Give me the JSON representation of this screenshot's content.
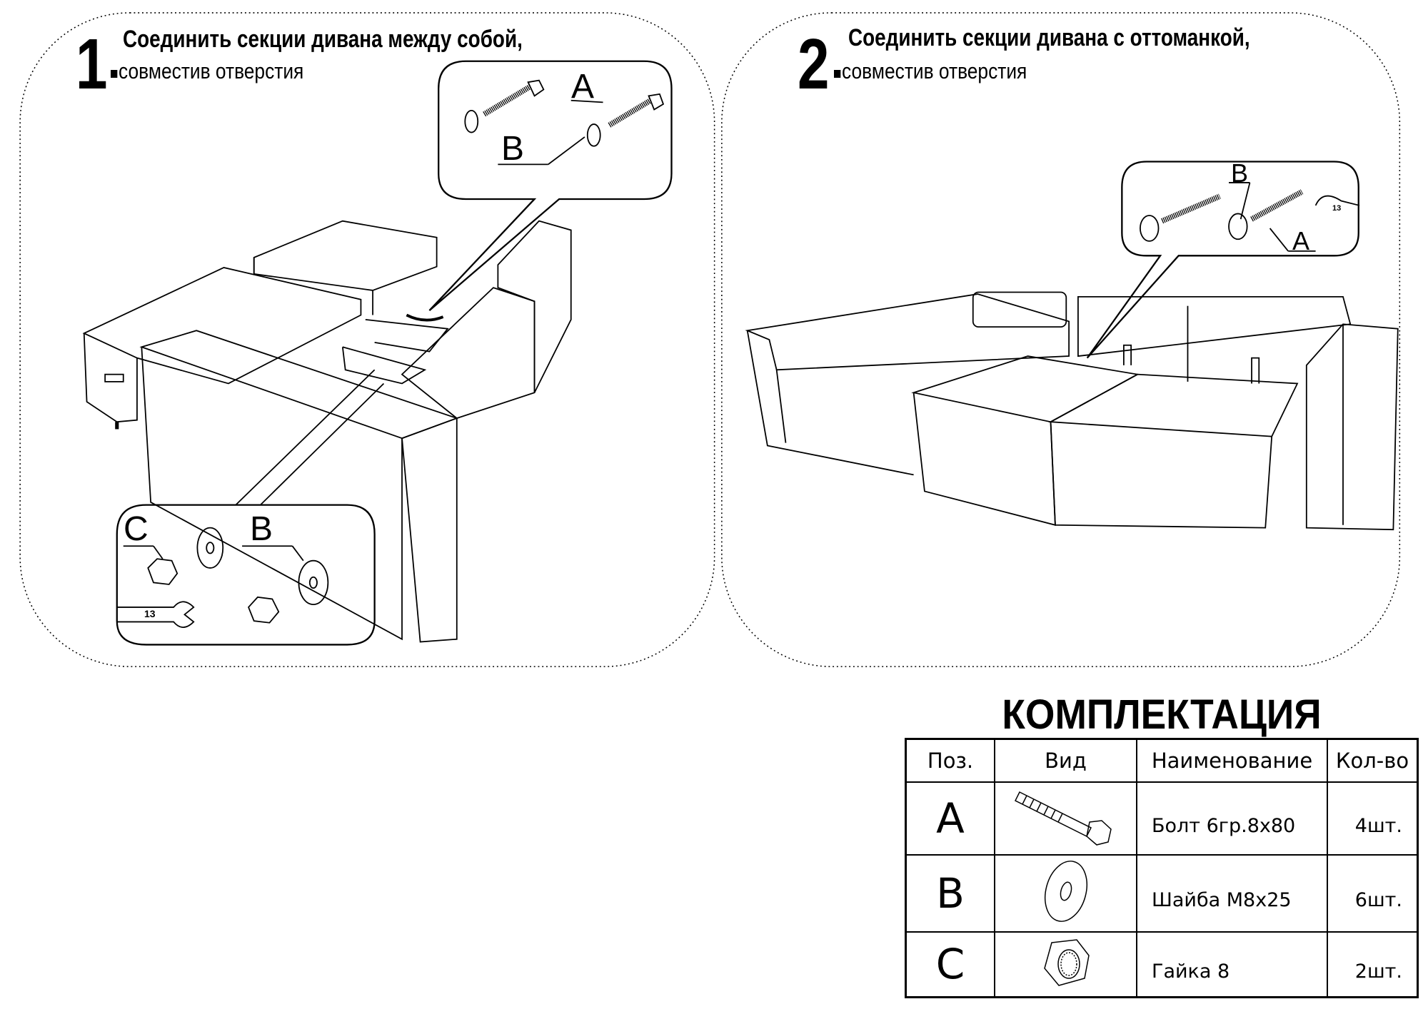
{
  "steps": [
    {
      "number": "1",
      "heading": "Соединить секции дивана между собой,",
      "subtext": "совместив отверстия",
      "callout_labels": {
        "top_a": "A",
        "top_b": "B",
        "bottom_c": "C",
        "bottom_b": "B"
      }
    },
    {
      "number": "2",
      "heading": "Соединить секции дивана с оттоманкой,",
      "subtext": "совместив отверстия",
      "callout_labels": {
        "b": "B",
        "a": "A"
      }
    }
  ],
  "wrench_size": "13",
  "kit": {
    "title": "КОМПЛЕКТАЦИЯ",
    "headers": [
      "Поз.",
      "Вид",
      "Наименование",
      "Кол-во"
    ],
    "rows": [
      {
        "pos": "A",
        "icon": "bolt-icon",
        "name": "Болт 6гр.8x80",
        "qty": "4шт."
      },
      {
        "pos": "B",
        "icon": "washer-icon",
        "name": "Шайба М8x25",
        "qty": "6шт."
      },
      {
        "pos": "C",
        "icon": "nut-icon",
        "name": "Гайка 8",
        "qty": "2шт."
      }
    ]
  }
}
